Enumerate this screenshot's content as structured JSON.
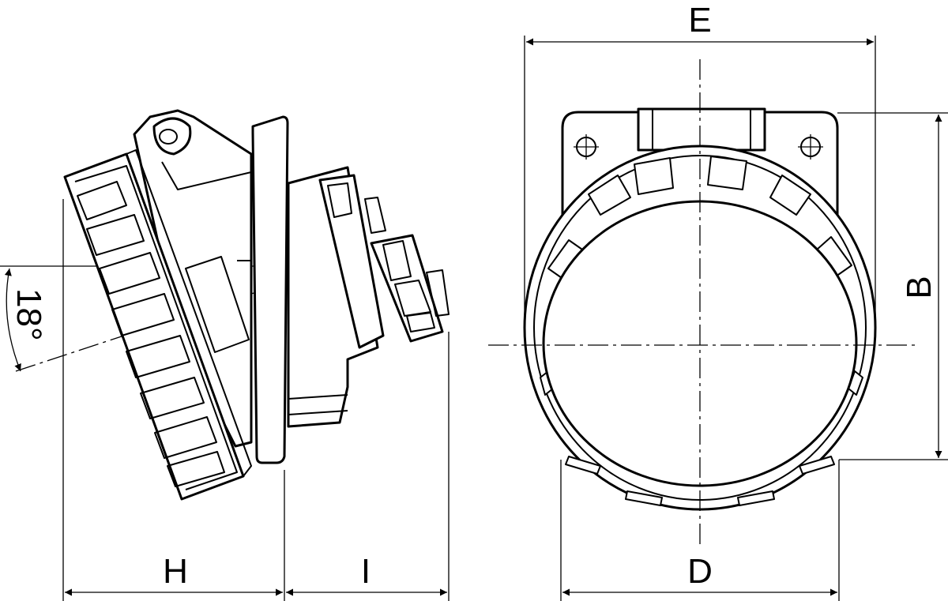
{
  "dimensions": {
    "E": "E",
    "B": "B",
    "D": "D",
    "H": "H",
    "I": "I"
  },
  "angle_label": "18°",
  "colors": {
    "line": "#000000",
    "background": "#ffffff"
  }
}
